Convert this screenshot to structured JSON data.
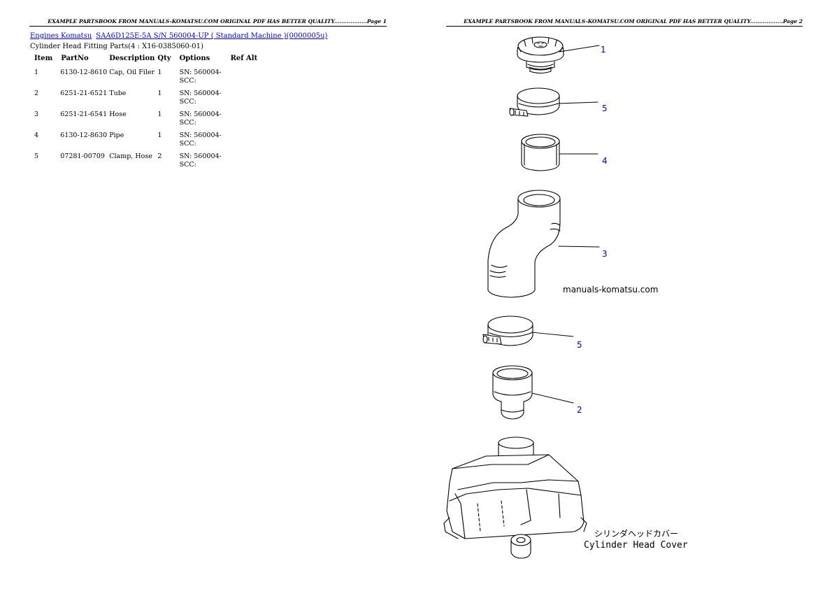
{
  "page_left": {
    "header": "EXAMPLE PARTSBOOK FROM MANUALS-KOMATSU.COM ORIGINAL PDF HAS BETTER QUALITY..................Page 1",
    "breadcrumb": [
      "Engines Komatsu",
      "SAA6D125E-5A S/N 560004-UP ( Standard Machine )(0000005u)"
    ],
    "subtitle": "Cylinder Head Fitting Parts(4 : X16-0385060-01)",
    "table": {
      "columns": [
        "Item",
        "PartNo",
        "Description",
        "Qty",
        "Options",
        "Ref Alt"
      ],
      "rows": [
        {
          "item": "1",
          "partno": "6130-12-8610",
          "description": "Cap, Oil Filer",
          "qty": "1",
          "options": "SN: 560004-SCC:",
          "refalt": ""
        },
        {
          "item": "2",
          "partno": "6251-21-6521",
          "description": "Tube",
          "qty": "1",
          "options": "SN: 560004-SCC:",
          "refalt": ""
        },
        {
          "item": "3",
          "partno": "6251-21-6541",
          "description": "Hose",
          "qty": "1",
          "options": "SN: 560004-SCC:",
          "refalt": ""
        },
        {
          "item": "4",
          "partno": "6130-12-8630",
          "description": "Pipe",
          "qty": "1",
          "options": "SN: 560004-SCC:",
          "refalt": ""
        },
        {
          "item": "5",
          "partno": "07281-00709",
          "description": "Clamp, Hose",
          "qty": "2",
          "options": "SN: 560004-SCC:",
          "refalt": ""
        }
      ]
    }
  },
  "page_right": {
    "header": "EXAMPLE PARTSBOOK FROM MANUALS-KOMATSU.COM ORIGINAL PDF HAS BETTER QUALITY..................Page 2",
    "callouts": [
      "1",
      "5",
      "4",
      "3",
      "5",
      "2"
    ],
    "watermark": "manuals-komatsu.com",
    "cover_label_jp": "シリンダヘッドカバー",
    "cover_label_en": "Cylinder Head Cover"
  },
  "colors": {
    "link": "#0000ee",
    "callout": "#0000cc",
    "ink": "#000000"
  }
}
